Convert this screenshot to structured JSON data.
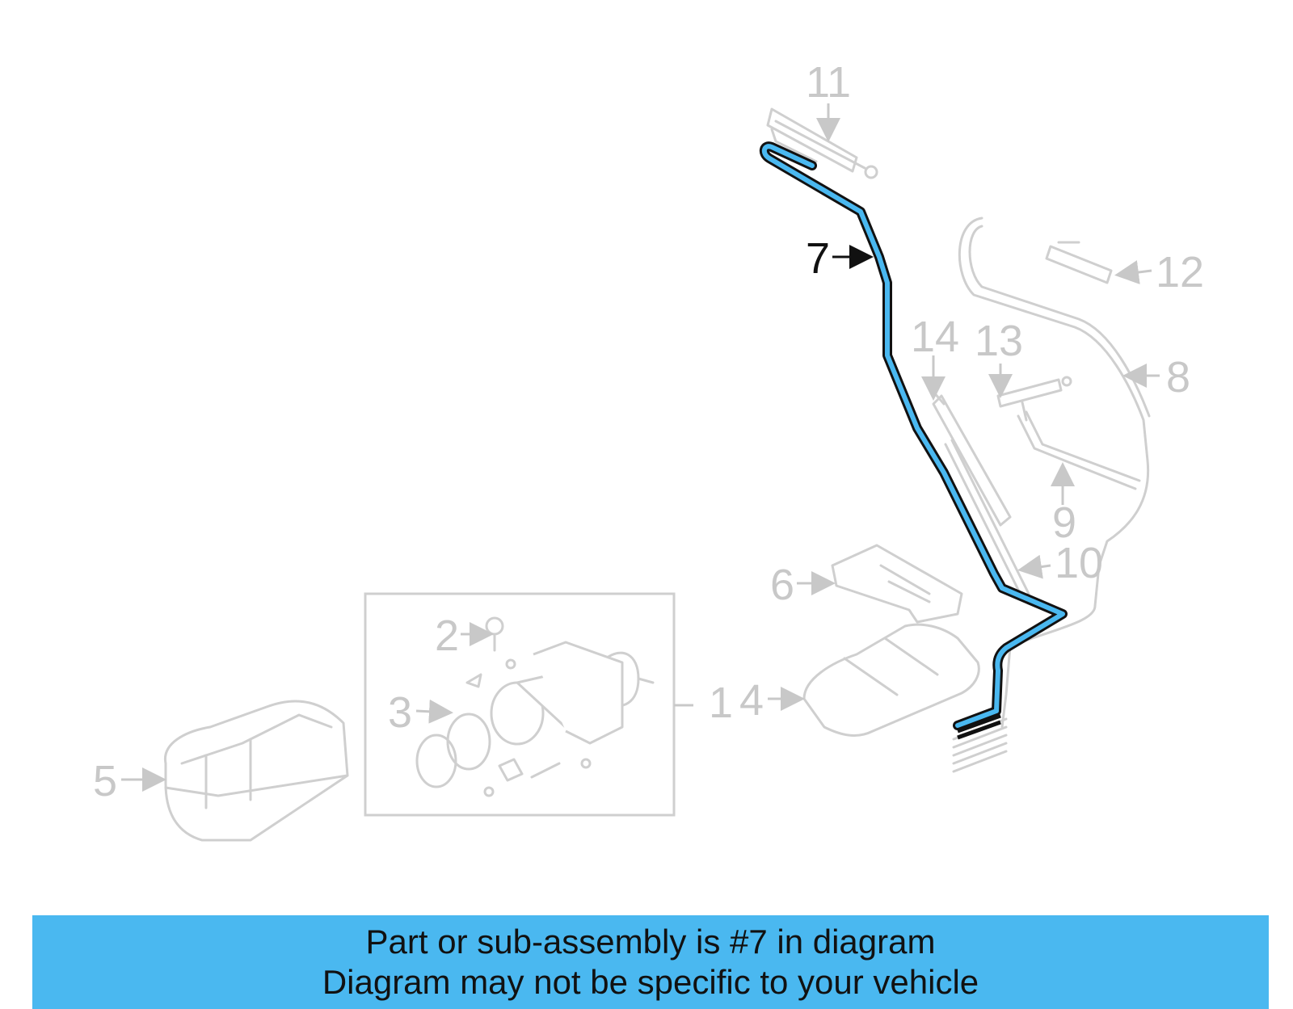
{
  "callouts": {
    "c1": "1",
    "c2": "2",
    "c3": "3",
    "c4": "4",
    "c5": "5",
    "c6": "6",
    "c7": "7",
    "c8": "8",
    "c9": "9",
    "c10": "10",
    "c11": "11",
    "c12": "12",
    "c13": "13",
    "c14": "14"
  },
  "highlight": {
    "part": "7",
    "color": "#4ab8f0",
    "outline": "#111111"
  },
  "banner": {
    "line1": "Part or sub-assembly is #7 in diagram",
    "line2": "Diagram may not be specific to your vehicle"
  }
}
